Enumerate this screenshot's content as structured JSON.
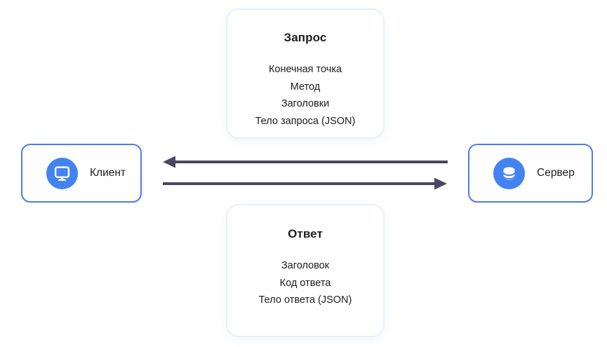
{
  "request_card": {
    "title": "Запрос",
    "items": [
      "Конечная точка",
      "Метод",
      "Заголовки",
      "Тело запроса (JSON)"
    ]
  },
  "response_card": {
    "title": "Ответ",
    "items": [
      "Заголовок",
      "Код ответа",
      "Тело ответа (JSON)"
    ]
  },
  "client_node": {
    "label": "Клиент",
    "icon": "monitor-icon"
  },
  "server_node": {
    "label": "Сервер",
    "icon": "database-icon"
  },
  "arrows": [
    {
      "name": "response-arrow",
      "direction": "left",
      "from": "server",
      "to": "client"
    },
    {
      "name": "request-arrow",
      "direction": "right",
      "from": "client",
      "to": "server"
    }
  ],
  "colors": {
    "node_border": "#4c7cf0",
    "icon_circle": "#4283f1",
    "arrow": "#4a4663",
    "card_border": "#e9effd",
    "text": "#1c1c21",
    "bg": "#ffffff"
  }
}
